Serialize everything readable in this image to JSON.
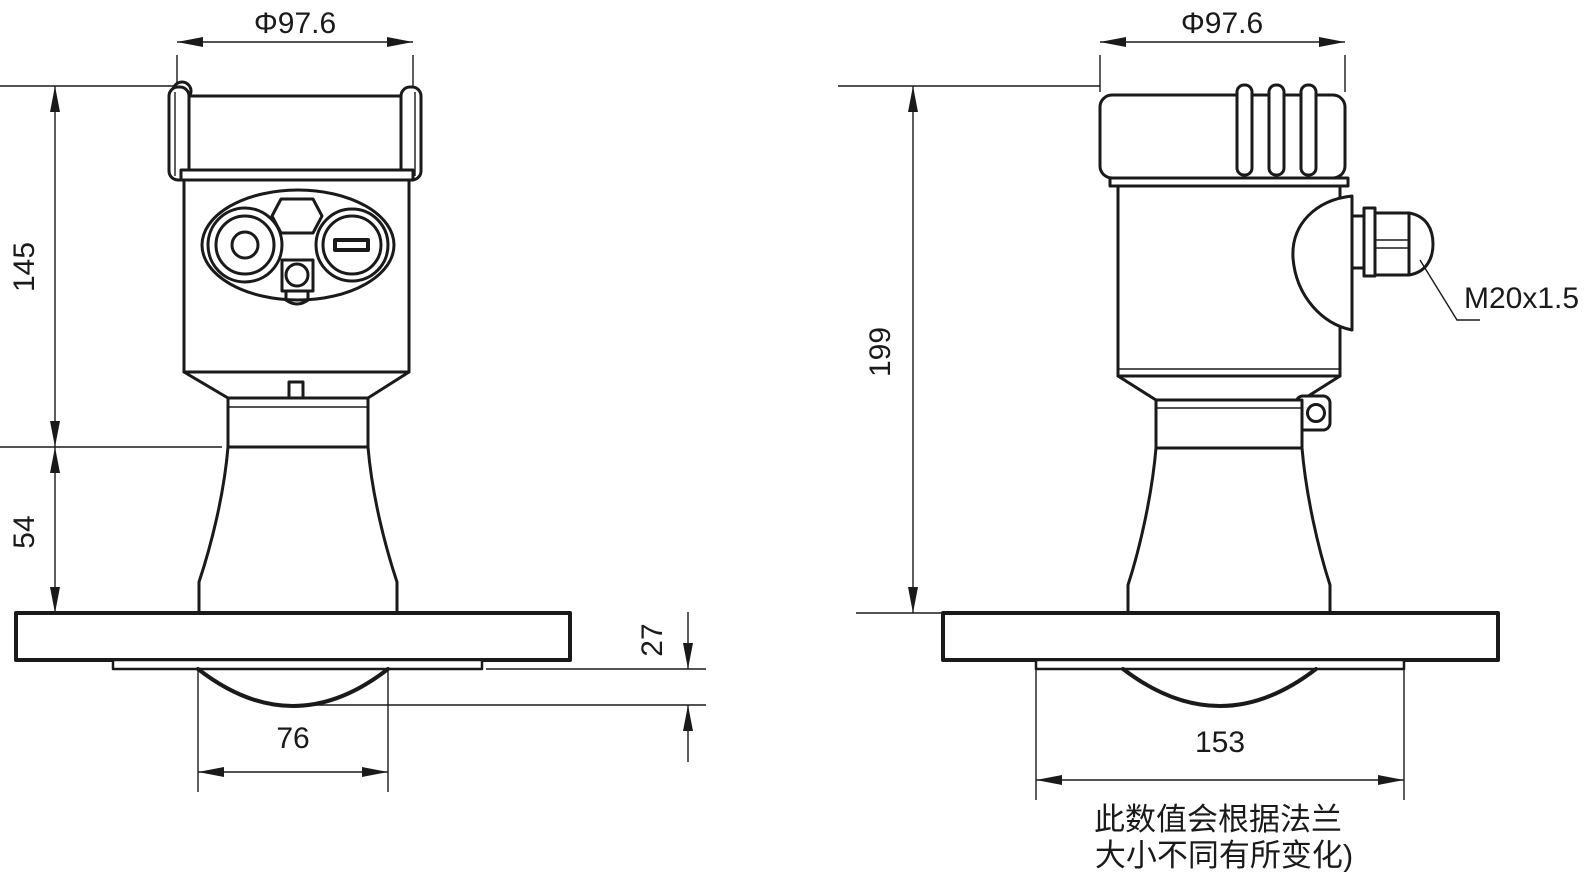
{
  "drawing_type": "technical-dimension-drawing",
  "front_view": {
    "dims": {
      "diameter": "Φ97.6",
      "housing_height": "145",
      "neck_height": "54",
      "horn_protrusion": "27",
      "horn_diameter": "76"
    }
  },
  "side_view": {
    "dims": {
      "diameter": "Φ97.6",
      "total_height": "199",
      "flange_diameter": "153"
    },
    "cable_gland_label": "M20x1.5",
    "flange_note_line1": "此数值会根据法兰",
    "flange_note_line2": "大小不同有所变化)"
  },
  "colors": {
    "line": "#1a1a1a",
    "background": "#ffffff"
  }
}
